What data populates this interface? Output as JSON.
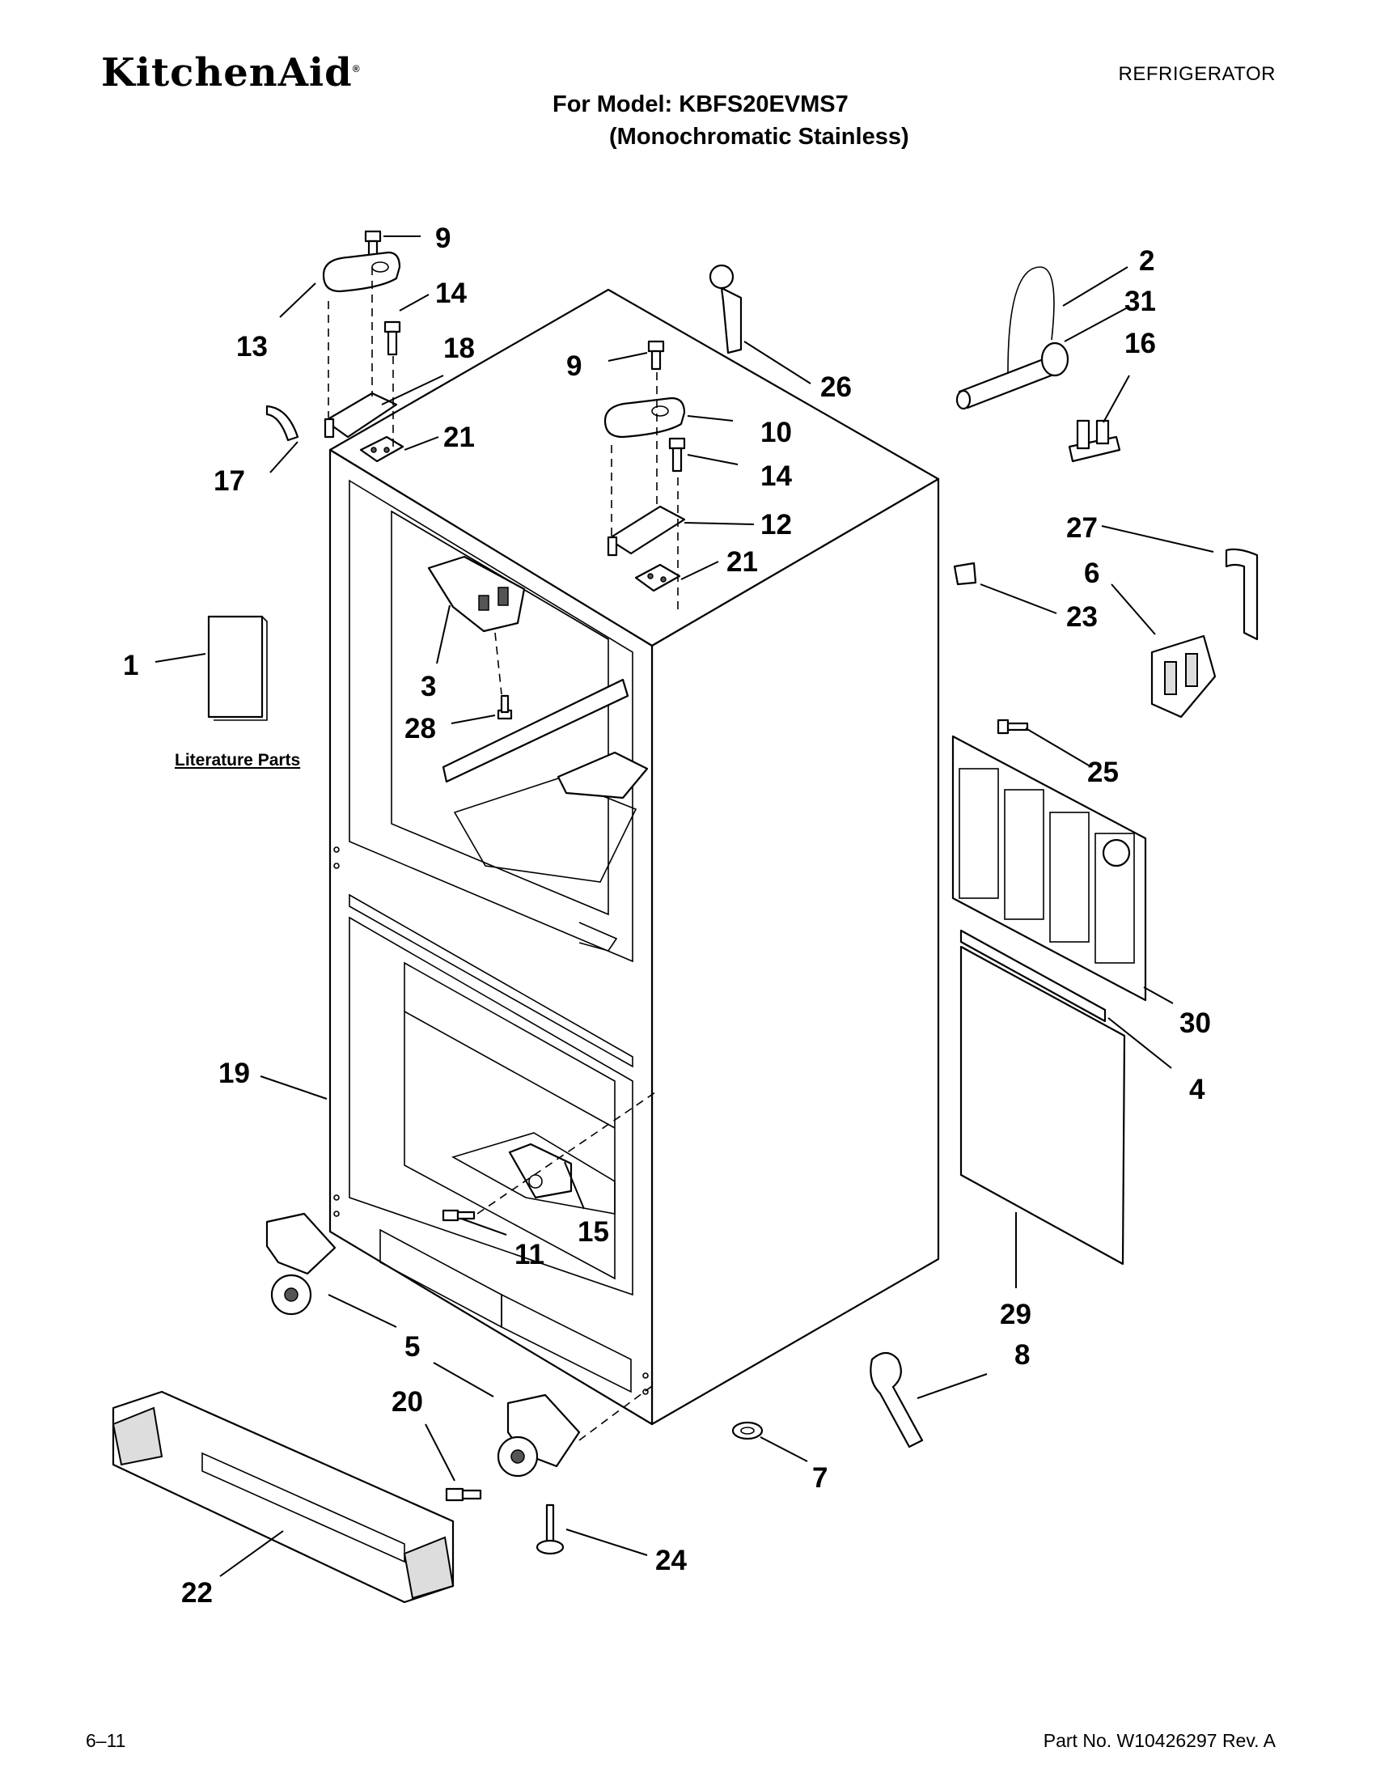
{
  "header": {
    "brand": "KitchenAid",
    "brand_mark": "®",
    "category": "REFRIGERATOR",
    "model_line": "For Model: KBFS20EVMS7",
    "model_desc": "(Monochromatic Stainless)"
  },
  "diagram": {
    "literature_label": "Literature Parts",
    "callouts": [
      "9",
      "14",
      "13",
      "18",
      "17",
      "21",
      "9",
      "26",
      "10",
      "14",
      "12",
      "21",
      "2",
      "31",
      "16",
      "27",
      "6",
      "23",
      "1",
      "3",
      "28",
      "25",
      "30",
      "4",
      "19",
      "15",
      "11",
      "29",
      "5",
      "8",
      "20",
      "7",
      "24",
      "22"
    ]
  },
  "footer": {
    "page": "6–11",
    "part_no": "Part No. W10426297 Rev. A"
  },
  "colors": {
    "ink": "#000000",
    "paper": "#ffffff"
  }
}
